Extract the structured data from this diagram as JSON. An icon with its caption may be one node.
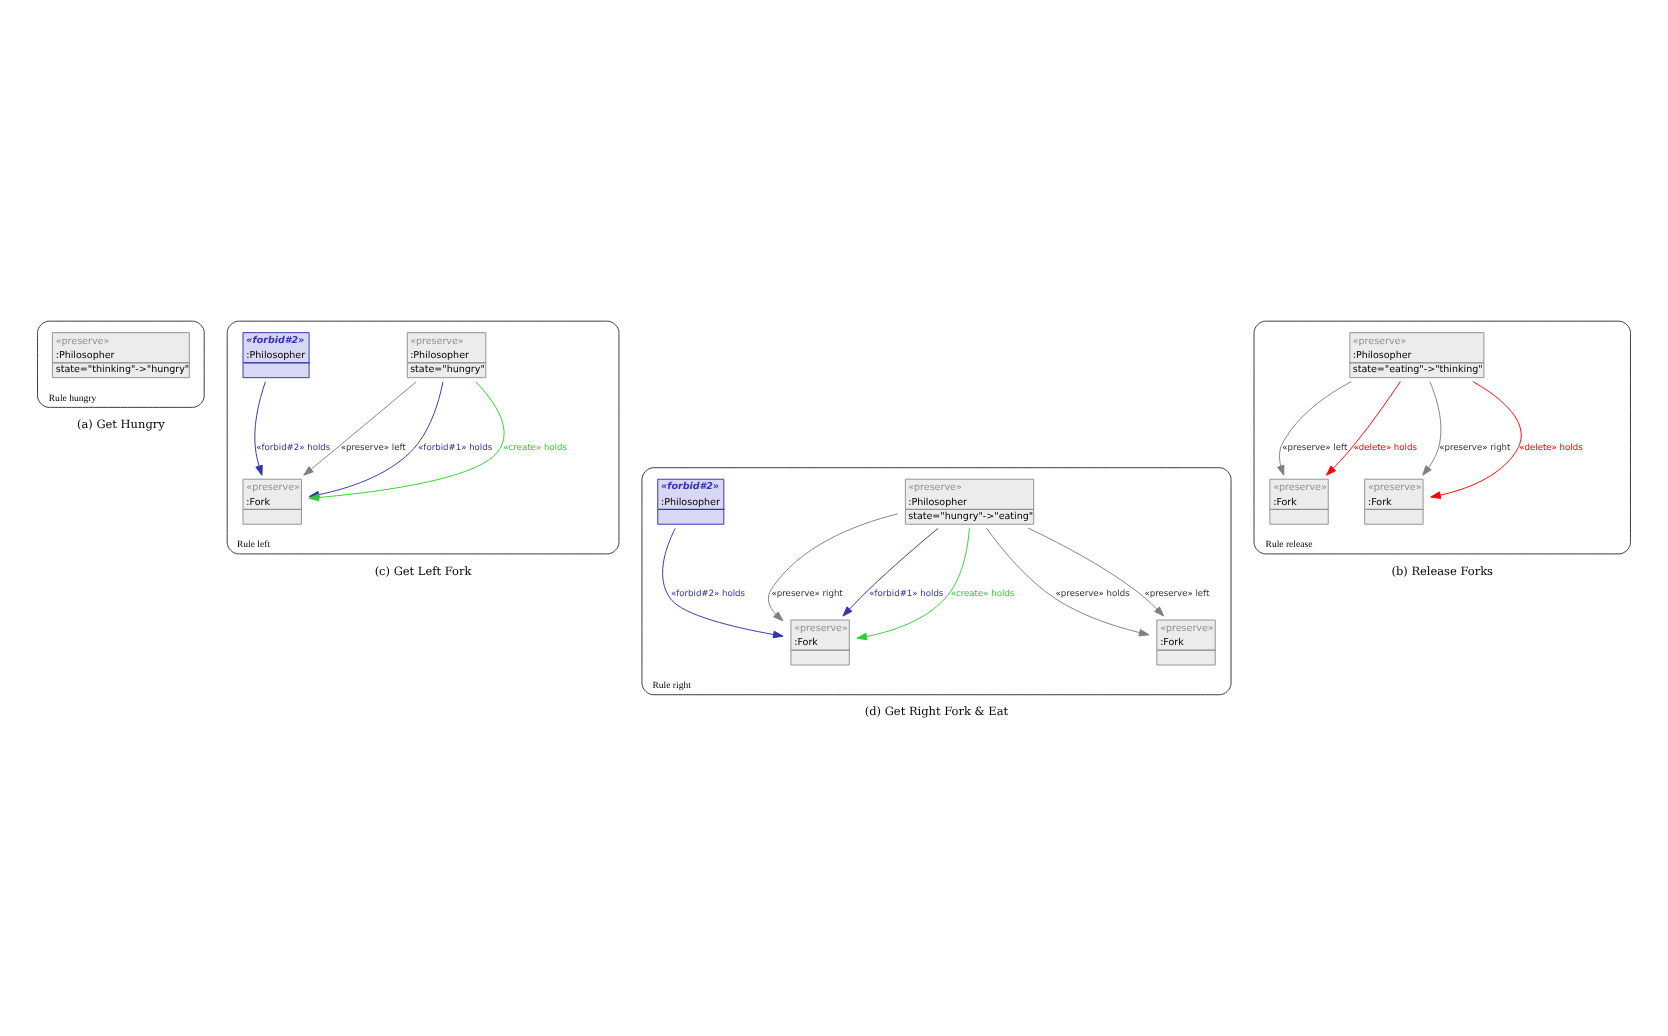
{
  "diagram": {
    "nodes": [
      {
        "text": [
          "Rule hungry"
        ],
        "beside": [
          "(a) Get Hungry"
        ]
      },
      {
        "text": [
          "«preserve»",
          ":Philosopher",
          "state=\"thinking\"->\"hungry\""
        ],
        "in": 0
      },
      {
        "text": [
          "Rule release"
        ],
        "beside": [
          "(b) Release Forks"
        ]
      },
      {
        "text": [
          "«preserve»",
          ":Fork"
        ],
        "in": 2
      },
      {
        "text": [
          "«preserve»",
          ":Philosopher",
          "state=\"eating\"->\"thinking\""
        ],
        "in": 2
      },
      {
        "text": [
          "«preserve»",
          ":Fork"
        ],
        "in": 2
      },
      {
        "text": [
          "Rule left"
        ],
        "beside": [
          "(c) Get Left Fork"
        ]
      },
      {
        "text": [
          "«preserve»",
          ":Fork"
        ],
        "in": 6
      },
      {
        "text": [
          "«preserve»",
          ":Philosopher",
          "state=\"hungry\""
        ],
        "in": 6
      },
      {
        "text": [
          "«forbid#2»",
          ":Philosopher"
        ],
        "in": 6
      },
      {
        "text": [
          "Rule right"
        ],
        "beside": [
          "(d) Get Right Fork & Eat"
        ]
      },
      {
        "text": [
          "«preserve»",
          ":Fork"
        ],
        "in": 10
      },
      {
        "text": [
          "«preserve»",
          ":Philosopher",
          "state=\"hungry\"->\"eating\""
        ],
        "in": 10
      },
      {
        "text": [
          "«preserve»",
          ":Fork"
        ],
        "in": 10
      },
      {
        "text": [
          "«forbid#2»",
          ":Philosopher"
        ],
        "in": 10
      }
    ],
    "edges": [
      {
        "from": 4,
        "to": 3,
        "arrow": "to",
        "label": "«preserve» left"
      },
      {
        "from": 4,
        "to": 5,
        "arrow": "to",
        "label": "«preserve» right"
      },
      {
        "from": 4,
        "to": 3,
        "arrow": "to",
        "label": "«delete» holds",
        "color": "#ff0000"
      },
      {
        "from": 4,
        "to": 5,
        "arrow": "to",
        "label": "«delete» holds",
        "color": "#ff0000"
      },
      {
        "from": 8,
        "to": 7,
        "arrow": "to",
        "label": "«preserve» left"
      },
      {
        "from": 8,
        "to": 7,
        "arrow": "to",
        "label": "«forbid#1» holds",
        "color": "#3333aa"
      },
      {
        "from": 8,
        "to": 7,
        "arrow": "to",
        "label": "«create» holds",
        "color": "#33cc33"
      },
      {
        "from": 9,
        "to": 7,
        "arrow": "to",
        "label": "«forbid#2» holds",
        "color": "#3333aa"
      },
      {
        "from": 12,
        "to": 11,
        "arrow": "to",
        "label": "«preserve» left"
      },
      {
        "from": 12,
        "to": 13,
        "arrow": "to",
        "label": "«preserve» right"
      },
      {
        "from": 12,
        "to": 13,
        "arrow": "to",
        "label": "«forbid#1» holds",
        "color": "#3333aa"
      },
      {
        "from": 12,
        "to": 13,
        "arrow": "to",
        "label": "«create» holds",
        "color": "#33cc33"
      },
      {
        "from": 12,
        "to": 11,
        "arrow": "to",
        "label": "«preserve» holds"
      },
      {
        "from": 14,
        "to": 13,
        "arrow": "to",
        "label": "«forbid#2» holds",
        "color": "#3333aa"
      }
    ]
  }
}
